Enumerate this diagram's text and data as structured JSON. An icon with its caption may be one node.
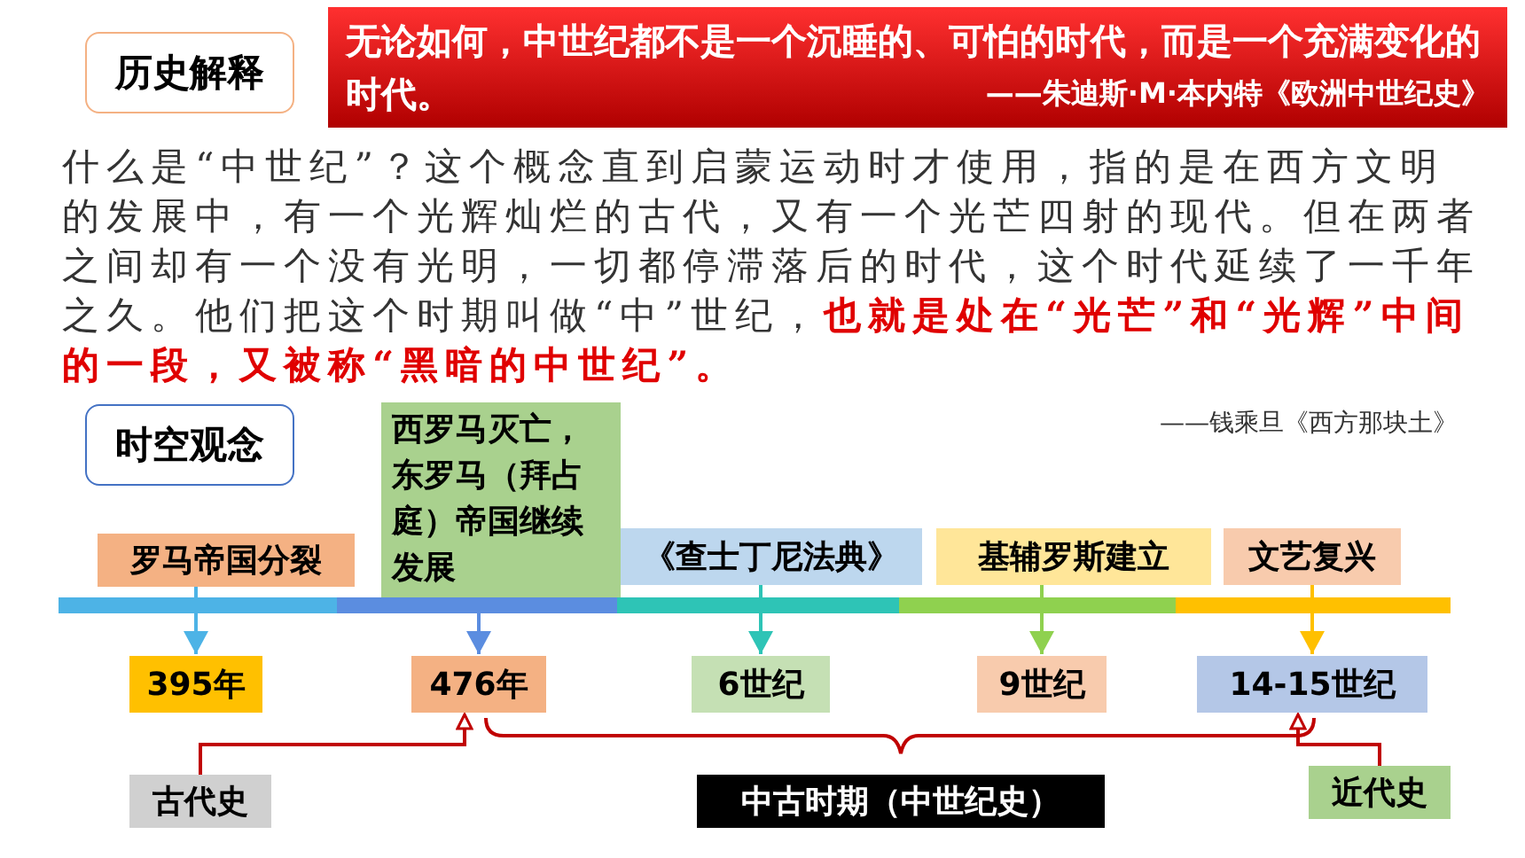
{
  "diagram": {
    "nodes": [
      {
        "text": [
          "历史解释"
        ]
      },
      {
        "text": [
          "无论如何，中世纪都不是一个沉睡的、可怕的时代，而是一个充满变化的时代。",
          "——朱迪斯·M·本内特《欧洲中世纪史》"
        ]
      },
      {
        "text": [
          "时空观念"
        ]
      },
      {
        "text": [
          "罗马帝国分裂"
        ]
      },
      {
        "text": [
          "西罗马灭亡，东罗马（拜占庭）帝国继续发展"
        ]
      },
      {
        "text": [
          "《查士丁尼法典》"
        ]
      },
      {
        "text": [
          "基辅罗斯建立"
        ]
      },
      {
        "text": [
          "文艺复兴"
        ]
      },
      {
        "text": [
          "395年"
        ]
      },
      {
        "text": [
          "476年"
        ]
      },
      {
        "text": [
          "6世纪"
        ]
      },
      {
        "text": [
          "9世纪"
        ]
      },
      {
        "text": [
          "14-15世纪"
        ]
      },
      {
        "text": [
          "古代史"
        ]
      },
      {
        "text": [
          "中古时期（中世纪史）"
        ]
      },
      {
        "text": [
          "近代史"
        ]
      }
    ],
    "edges": [
      {
        "from": 13,
        "to": 9,
        "arrow": "to"
      },
      {
        "from": 15,
        "to": 12,
        "arrow": "to"
      },
      {
        "from": 3,
        "to": 8,
        "arrow": "to",
        "color": "#4db3e6"
      },
      {
        "from": 4,
        "to": 9,
        "arrow": "to",
        "color": "#5b8de0"
      },
      {
        "from": 5,
        "to": 10,
        "arrow": "to",
        "color": "#2ec4b6"
      },
      {
        "from": 6,
        "to": 11,
        "arrow": "to",
        "color": "#8fd14f"
      },
      {
        "from": 7,
        "to": 12,
        "arrow": "to",
        "color": "#ffc000"
      }
    ],
    "labels": [
      "什么是“中世纪”？这个概念直到启蒙运动时才使用，指的是在西方文明的发展中，有一个光辉灿烂的古代，又有一个光芒四射的现代。但在两者之间却有一个没有光明，一切都停滞落后的时代，这个时代延续了一千年之久。他们把这个时期叫做“中”世纪，",
      "也就是处在“光芒”和“光辉”中间的一段，又被称“黑暗的中世纪”。",
      "——钱乘旦《西方那块土》"
    ]
  }
}
